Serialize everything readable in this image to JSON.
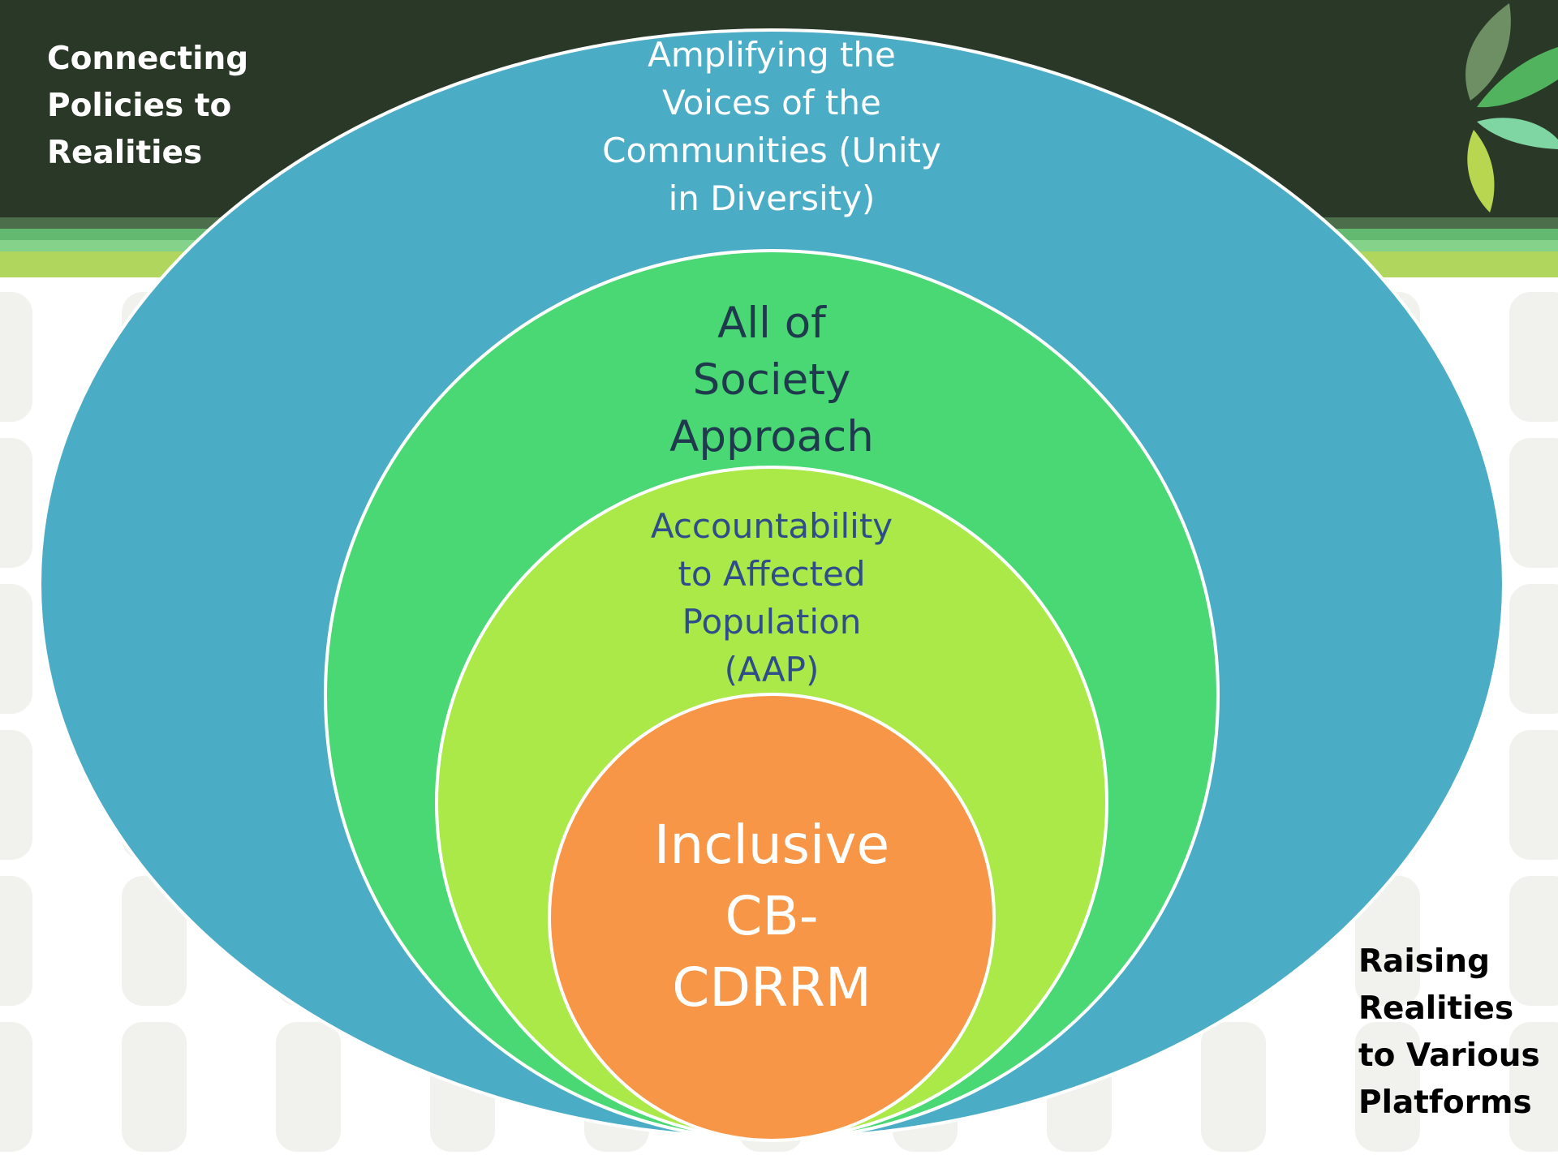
{
  "slide": {
    "header_text": "Connecting\nPolicies to\nRealities",
    "footer_text": "Raising\nRealities\nto Various\nPlatforms"
  },
  "diagram": {
    "type": "nested-circles",
    "rings": [
      {
        "label": "Amplifying the\nVoices of the\nCommunities (Unity\nin Diversity)",
        "color": "#4BACC6",
        "text_color": "#FFFFFF"
      },
      {
        "label": "All of\nSociety\nApproach",
        "color": "#4AD874",
        "text_color": "#1F3A4D"
      },
      {
        "label": "Accountability\nto Affected\nPopulation\n(AAP)",
        "color": "#AAE948",
        "text_color": "#2E4D8A"
      },
      {
        "label": "Inclusive\nCB-\nCDRRM",
        "color": "#F79646",
        "text_color": "#FFFFFF"
      }
    ]
  },
  "colors": {
    "header_band": "#2A3828",
    "stripe_1": "#4C6E4A",
    "stripe_2": "#63B96F",
    "stripe_3": "#85D38B",
    "stripe_4": "#B0D65E",
    "leaf_1": "#6E8F63",
    "leaf_2": "#52B35E",
    "leaf_3": "#7FD6A2",
    "leaf_4": "#B9D650",
    "background": "#FFFFFF",
    "background_pattern": "#F1F1EE"
  },
  "icons": [
    "leaf-logo-icon",
    "bamboo-pattern"
  ]
}
